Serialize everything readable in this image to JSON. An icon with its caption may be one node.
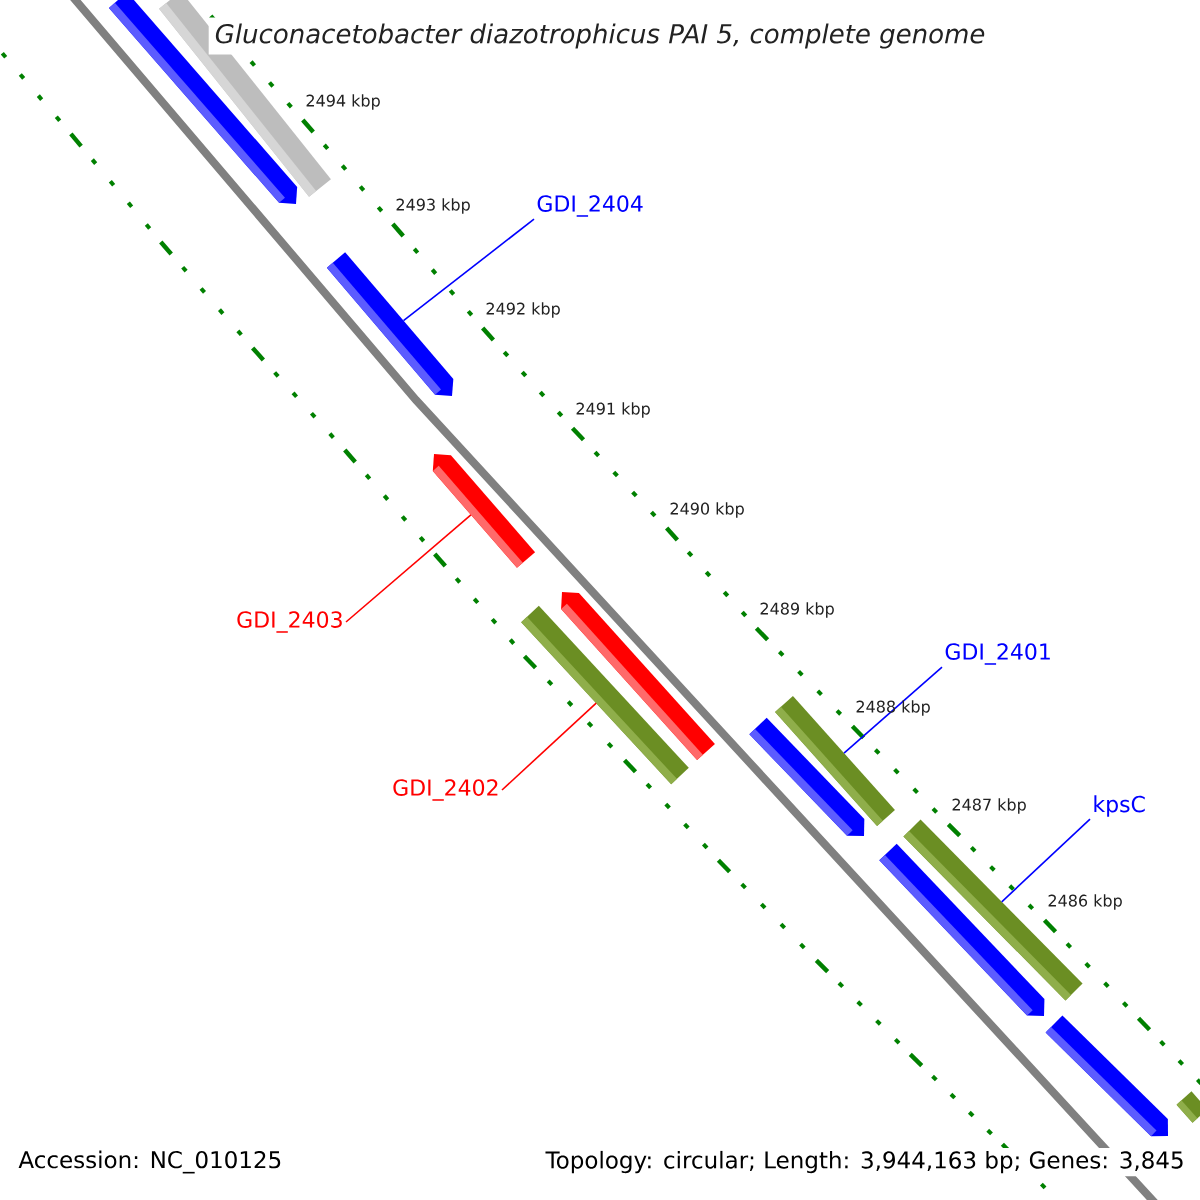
{
  "diagram": {
    "title": "Gluconacetobacter diazotrophicus PAI 5, complete genome",
    "nodes": [
      {
        "text": [],
        "shape": "pentagon"
      },
      {
        "text": [],
        "shape": "bar"
      },
      {
        "text": [],
        "shape": "pentagon"
      },
      {
        "text": [],
        "shape": "pentagon"
      },
      {
        "text": [],
        "shape": "pentagon"
      },
      {
        "text": [],
        "shape": "bar"
      },
      {
        "text": [],
        "shape": "pentagon"
      },
      {
        "text": [],
        "shape": "bar"
      },
      {
        "text": [],
        "shape": "bar"
      },
      {
        "text": [],
        "shape": "pentagon"
      },
      {
        "text": [],
        "shape": "pentagon"
      },
      {
        "text": [],
        "shape": "bar"
      },
      {
        "text": [
          "GDI_2404"
        ]
      },
      {
        "text": [
          "GDI_2403"
        ]
      },
      {
        "text": [
          "GDI_2402"
        ]
      },
      {
        "text": [
          "GDI_2401"
        ]
      },
      {
        "text": [
          "kpsC"
        ]
      }
    ],
    "edges": [
      {
        "from": 12,
        "to": 2,
        "arrow": "none"
      },
      {
        "from": 13,
        "to": 3,
        "arrow": "none",
        "color": "#ff0000"
      },
      {
        "from": 14,
        "to": 5,
        "arrow": "none",
        "color": "#ff0000"
      },
      {
        "from": 15,
        "to": 7,
        "arrow": "none"
      },
      {
        "from": 16,
        "to": 8,
        "arrow": "none"
      }
    ],
    "labels": [
      "2494 kbp",
      "2493 kbp",
      "2492 kbp",
      "2491 kbp",
      "2490 kbp",
      "2489 kbp",
      "2488 kbp",
      "2487 kbp",
      "2486 kbp",
      "Accession: NC_010125",
      "Topology: circular; Length: 3,944,163 bp; Genes: 3,845"
    ]
  }
}
